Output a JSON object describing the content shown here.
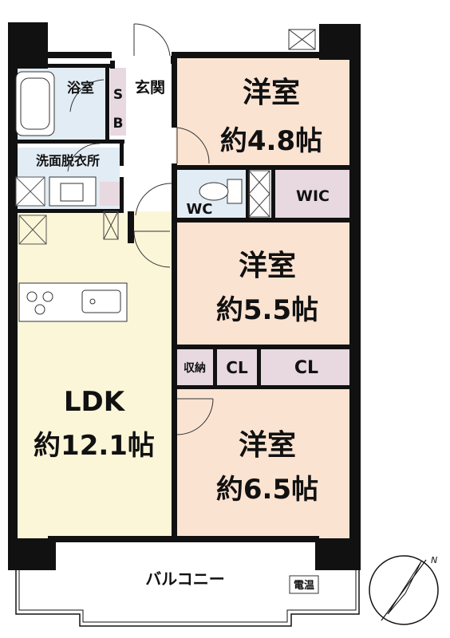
{
  "floorplan": {
    "rooms": {
      "western_1": {
        "name": "洋室",
        "size": "約4.8帖"
      },
      "western_2": {
        "name": "洋室",
        "size": "約5.5帖"
      },
      "western_3": {
        "name": "洋室",
        "size": "約6.5帖"
      },
      "ldk": {
        "name": "LDK",
        "size": "約12.1帖"
      },
      "bathroom": "浴室",
      "entrance": "玄関",
      "shoe_box_s": "S",
      "shoe_box_b": "B",
      "washroom": "洗面脱衣所",
      "toilet": "WC",
      "walk_in_closet": "WIC",
      "storage": "収納",
      "closet_1": "CL",
      "closet_2": "CL",
      "balcony": "バルコニー",
      "water_heater": "電温"
    },
    "colors": {
      "bedroom_fill": "#fbe3d2",
      "ldk_fill": "#fbf6d8",
      "wet_area_fill": "#e2ecf4",
      "closet_fill": "#e7d9df",
      "wall": "#111111"
    },
    "compass": {
      "label": "N",
      "icon": "north-arrow-icon"
    }
  }
}
